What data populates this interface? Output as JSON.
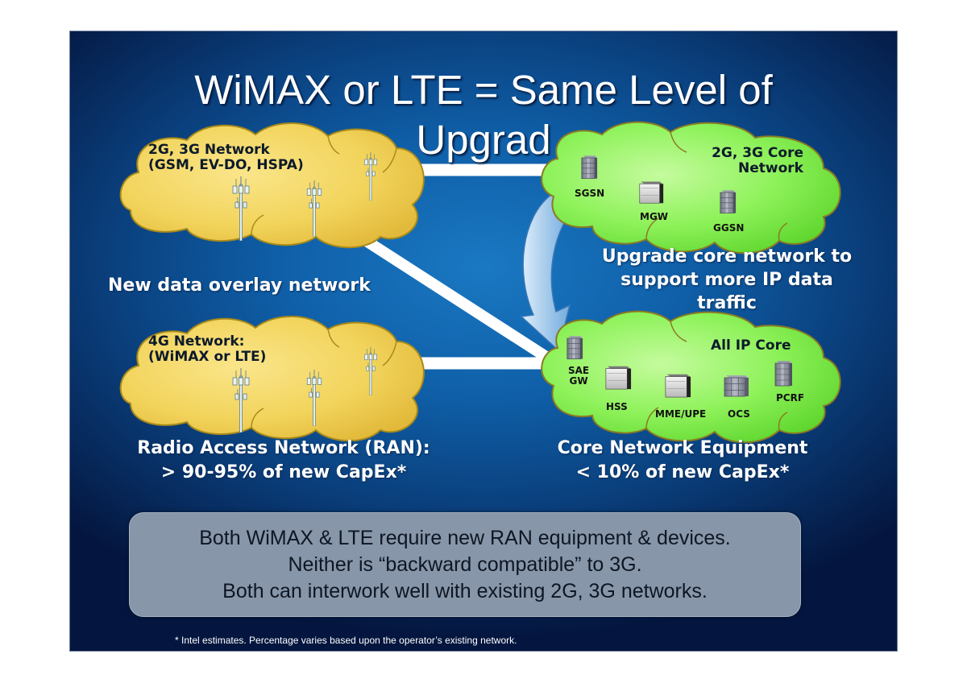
{
  "slide": {
    "title_line1": "WiMAX or LTE = Same Level of",
    "title_line2": "Upgrad"
  },
  "ran_clouds": [
    {
      "label_line1": "2G, 3G Network",
      "label_line2": "(GSM, EV-DO, HSPA)",
      "color": "#f2d45c",
      "icon": "cell-tower-icon"
    },
    {
      "label_line1": "4G Network:",
      "label_line2": "(WiMAX or LTE)",
      "color": "#f2d45c",
      "icon": "cell-tower-icon"
    }
  ],
  "core_clouds": [
    {
      "label_line1": "2G, 3G Core",
      "label_line2": "Network",
      "color": "#8ef25a",
      "nodes": [
        {
          "label": "SGSN",
          "icon": "server-rack-icon"
        },
        {
          "label": "MGW",
          "icon": "chassis-icon"
        },
        {
          "label": "GGSN",
          "icon": "server-rack-icon"
        }
      ]
    },
    {
      "label_line1": "All IP Core",
      "color": "#8ef25a",
      "nodes": [
        {
          "label_line1": "SAE",
          "label_line2": "GW",
          "icon": "server-rack-icon"
        },
        {
          "label": "HSS",
          "icon": "chassis-icon"
        },
        {
          "label": "MME/UPE",
          "icon": "chassis-icon"
        },
        {
          "label": "OCS",
          "icon": "storage-array-icon"
        },
        {
          "label": "PCRF",
          "icon": "server-rack-icon"
        }
      ]
    }
  ],
  "annotations": {
    "overlay": "New data overlay network",
    "upgrade_line1": "Upgrade core network to",
    "upgrade_line2": "support more IP data",
    "upgrade_line3": "traffic"
  },
  "capex": {
    "ran_line1": "Radio Access Network (RAN):",
    "ran_line2": "> 90-95% of new CapEx*",
    "core_line1": "Core Network Equipment",
    "core_line2": "< 10% of new CapEx*"
  },
  "summary": {
    "line1": "Both WiMAX & LTE require new RAN equipment & devices.",
    "line2": "Neither is “backward compatible” to 3G.",
    "line3": "Both can interwork well with existing 2G, 3G networks."
  },
  "footnote": "* Intel estimates.  Percentage varies based upon the operator’s existing network.",
  "colors": {
    "background": "#0f5fa8",
    "ran_cloud": "#f2d45c",
    "core_cloud": "#8ef25a",
    "summary_box": "#8796a8"
  }
}
